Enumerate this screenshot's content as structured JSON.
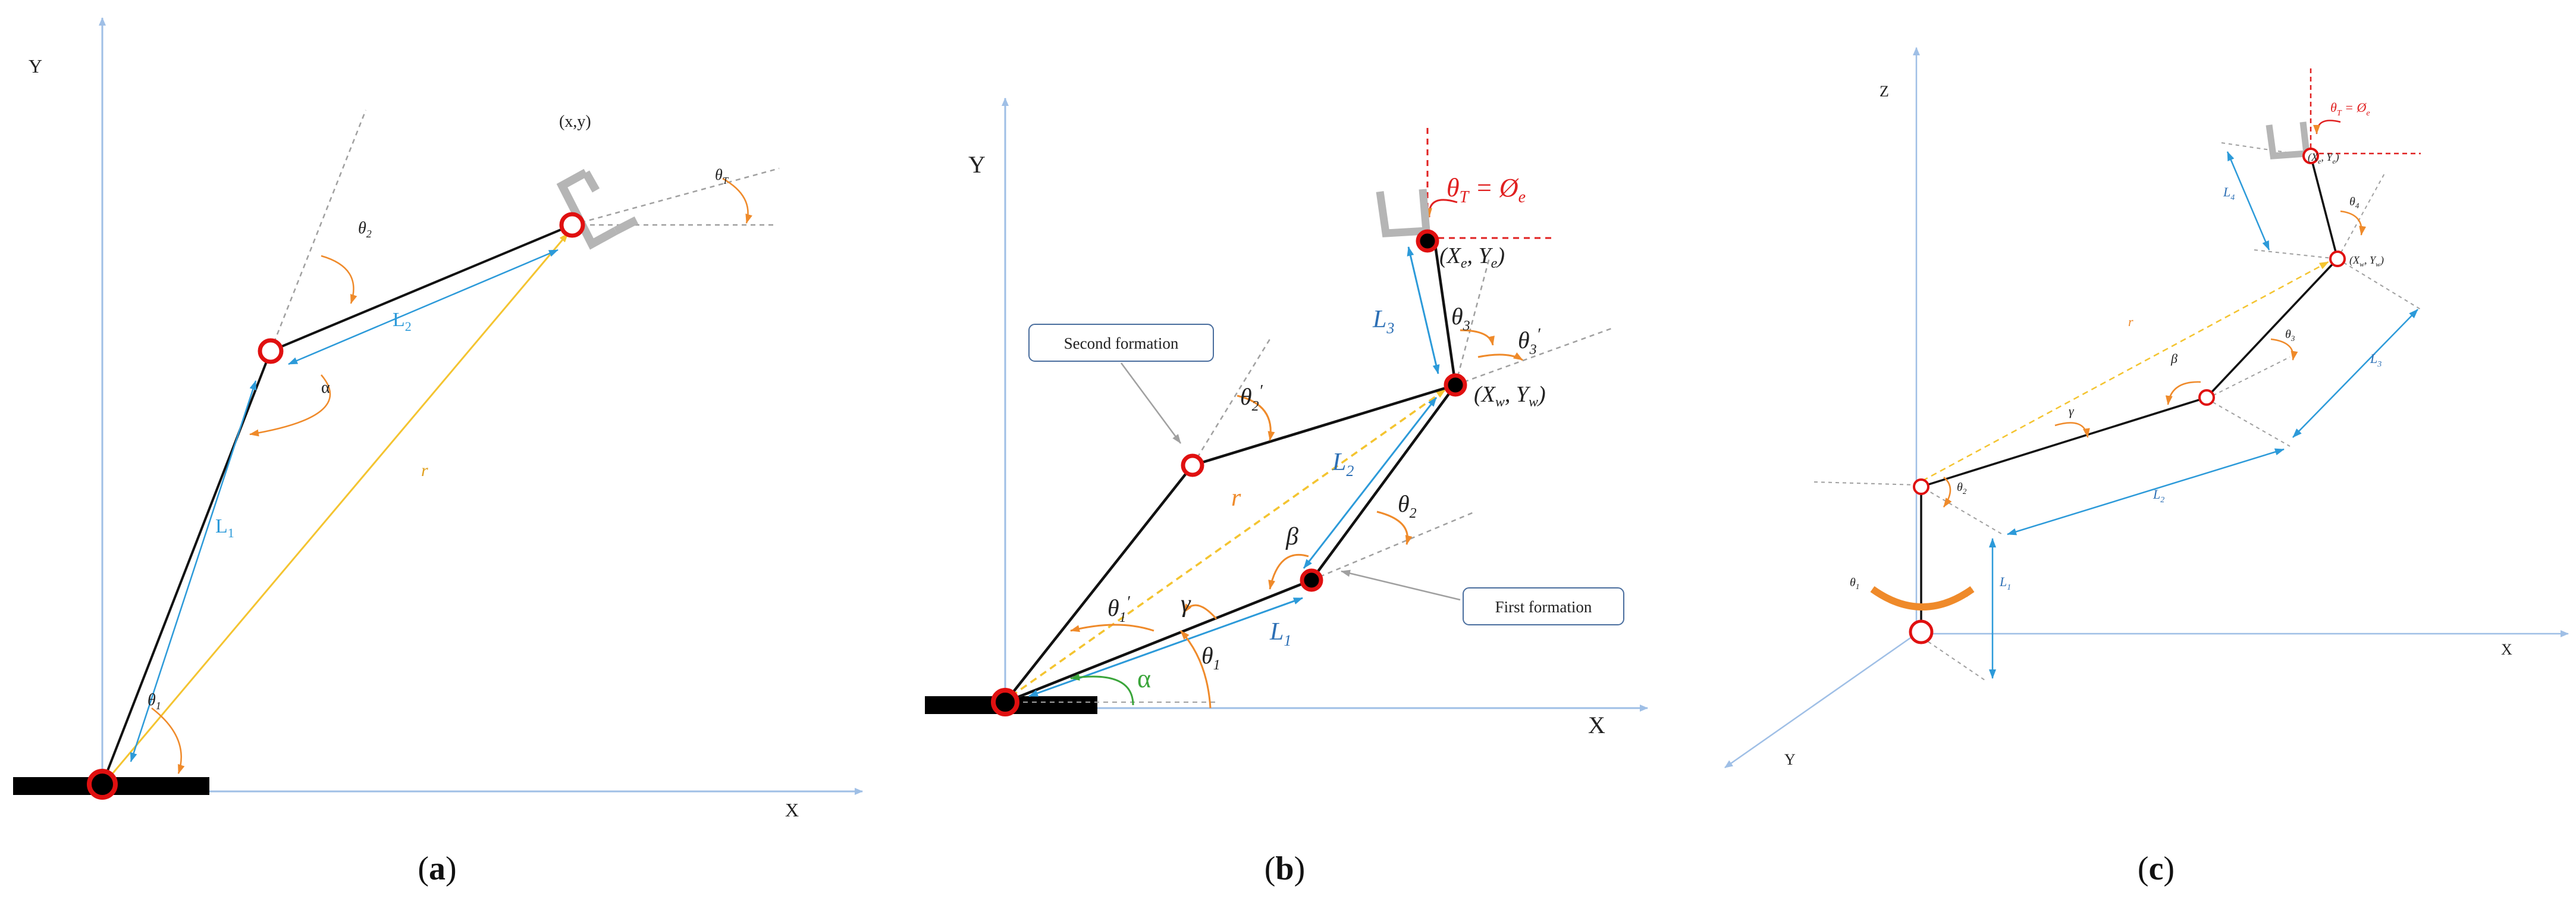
{
  "panels": {
    "a": {
      "caption_open": "(",
      "caption_letter": "a",
      "caption_close": ")",
      "axis_y": "Y",
      "axis_x": "X",
      "point": "(x,y)",
      "link1": "L",
      "link1_sub": "1",
      "link2": "L",
      "link2_sub": "2",
      "radius": "r",
      "alpha": "α",
      "theta": "θ",
      "theta1_sub": "1",
      "theta2_sub": "2",
      "thetaT_sub": "T"
    },
    "b": {
      "caption_open": "(",
      "caption_letter": "b",
      "caption_close": ")",
      "axis_y": "Y",
      "axis_x": "X",
      "second_formation": "Second formation",
      "first_formation": "First formation",
      "orientation_eq": "θ",
      "orientation_sub": "T",
      "orientation_rhs": " = Ø",
      "orientation_rhs_sub": "e",
      "end_point": "(X",
      "end_point_sub1": "e",
      "end_point_mid": ", Y",
      "end_point_sub2": "e",
      "end_point_close": ")",
      "wrist_point": "(X",
      "wrist_point_sub1": "w",
      "wrist_point_mid": ", Y",
      "wrist_point_sub2": "w",
      "wrist_point_close": ")",
      "link": "L",
      "l1_sub": "1",
      "l2_sub": "2",
      "l3_sub": "3",
      "radius": "r",
      "alpha": "α",
      "beta": "β",
      "gamma": "γ",
      "theta": "θ",
      "prime": "′",
      "t1_sub": "1",
      "t2_sub": "2",
      "t3_sub": "3"
    },
    "c": {
      "caption_open": "(",
      "caption_letter": "c",
      "caption_close": ")",
      "axis_z": "Z",
      "axis_x": "X",
      "axis_y": "Y",
      "orientation": "θ",
      "orientation_sub": "T",
      "orientation_rhs": " = Ø",
      "orientation_rhs_sub": "e",
      "end_point": "(X",
      "end_point_sub1": "e",
      "end_point_mid": ", Y",
      "end_point_sub2": "e",
      "end_point_close": ")",
      "wrist_point": "(X",
      "wrist_point_sub1": "w",
      "wrist_point_mid": ", Y",
      "wrist_point_sub2": "w",
      "wrist_point_close": ")",
      "link": "L",
      "l1_sub": "1",
      "l2_sub": "2",
      "l3_sub": "3",
      "l4_sub": "4",
      "radius": "r",
      "beta": "β",
      "gamma": "γ",
      "theta": "θ",
      "t1_sub": "1",
      "t2_sub": "2",
      "t3_sub": "3",
      "t4_sub": "4"
    }
  },
  "colors": {
    "axis": "#9fbfe6",
    "link": "#111111",
    "joint": "#e01010",
    "annotation_blue": "#2c9ad9",
    "angle_orange": "#ef8a2a",
    "radius_yellow": "#f4c430",
    "alpha_green": "#3aa53a",
    "guide_gray": "#a0a0a0",
    "gripper_gray": "#b5b5b5",
    "red_text": "#e02020",
    "label_blue": "#2f5f9e"
  }
}
